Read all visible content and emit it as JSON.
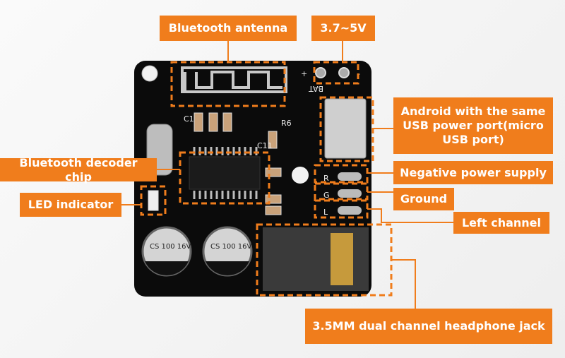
{
  "labels": {
    "antenna": "Bluetooth antenna",
    "voltage": "3.7~5V",
    "usb": "Android with the same USB power port(micro USB port)",
    "decoder": "Bluetooth decoder chip",
    "negative": "Negative power supply",
    "led": "LED indicator",
    "ground": "Ground",
    "left": "Left channel",
    "jack": "3.5MM dual channel headphone jack"
  },
  "silkscreen": {
    "bat": "BAT",
    "plus": "+",
    "minus": "-",
    "cap1": "CS 100 16V",
    "cap2": "CS 100 16V",
    "r": "R",
    "g": "G",
    "l": "L",
    "c1": "C1",
    "r6": "R6",
    "c11": "C11"
  },
  "colors": {
    "accent": "#f07d1c",
    "board": "#0b0b0b"
  }
}
